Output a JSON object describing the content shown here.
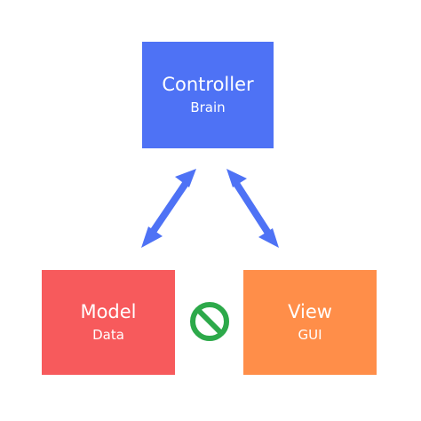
{
  "colors": {
    "controller": "#4E72F5",
    "model": "#F75A5C",
    "view": "#FF8E49",
    "arrow": "#4E72F5",
    "no_icon": "#2DA94A"
  },
  "controller": {
    "title": "Controller",
    "subtitle": "Brain"
  },
  "model": {
    "title": "Model",
    "subtitle": "Data"
  },
  "view": {
    "title": "View",
    "subtitle": "GUI"
  },
  "icons": {
    "arrow_left": "double-headed-arrow",
    "arrow_right": "double-headed-arrow",
    "prohibited": "prohibited-icon"
  }
}
